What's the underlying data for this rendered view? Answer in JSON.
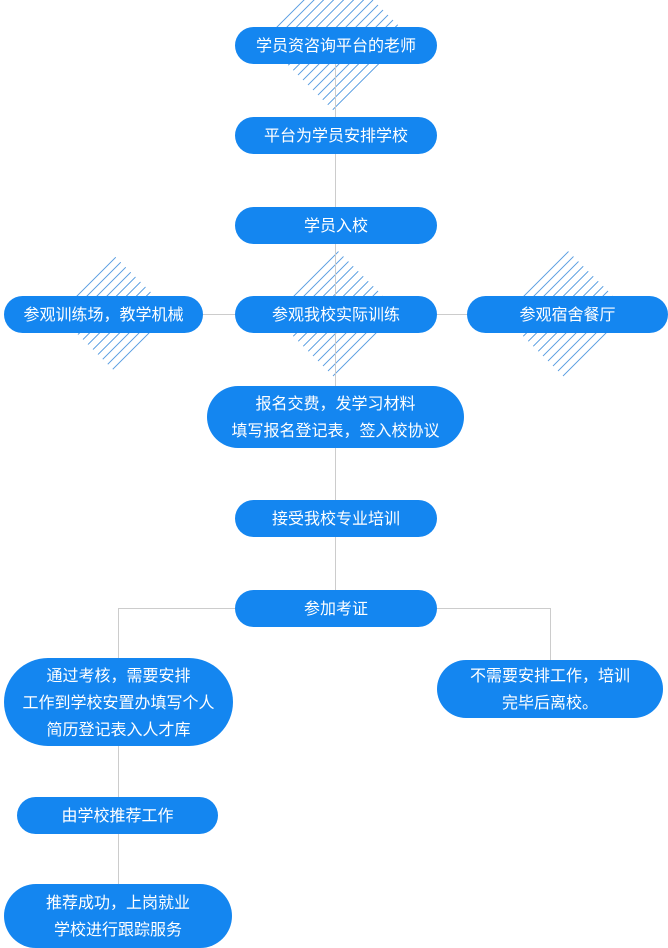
{
  "colors": {
    "node_fill": "#1486f0",
    "node_text": "#ffffff",
    "connector_line": "#cccccc",
    "hatch_line": "#1877d5",
    "background": "#ffffff"
  },
  "flowchart": {
    "nodes": [
      {
        "id": "consult-teacher",
        "lines": [
          "学员资咨询平台的老师"
        ]
      },
      {
        "id": "platform-arrange",
        "lines": [
          "平台为学员安排学校"
        ]
      },
      {
        "id": "student-enter",
        "lines": [
          "学员入校"
        ]
      },
      {
        "id": "visit-training-ground",
        "lines": [
          "参观训练场，教学机械"
        ]
      },
      {
        "id": "visit-actual-training",
        "lines": [
          "参观我校实际训练"
        ]
      },
      {
        "id": "visit-dorm-canteen",
        "lines": [
          "参观宿舍餐厅"
        ]
      },
      {
        "id": "enroll-pay",
        "lines": [
          "报名交费，发学习材料",
          "填写报名登记表，签入校协议"
        ]
      },
      {
        "id": "receive-training",
        "lines": [
          "接受我校专业培训"
        ]
      },
      {
        "id": "take-exam",
        "lines": [
          "参加考证"
        ]
      },
      {
        "id": "pass-exam-arrange-work",
        "lines": [
          "通过考核，需要安排",
          "工作到学校安置办填写个人",
          "简历登记表入人才库"
        ]
      },
      {
        "id": "no-work-leave",
        "lines": [
          "不需要安排工作，培训",
          "完毕后离校。"
        ]
      },
      {
        "id": "school-recommend-job",
        "lines": [
          "由学校推荐工作"
        ]
      },
      {
        "id": "recommend-success",
        "lines": [
          "推荐成功，上岗就业",
          "学校进行跟踪服务"
        ]
      }
    ]
  }
}
